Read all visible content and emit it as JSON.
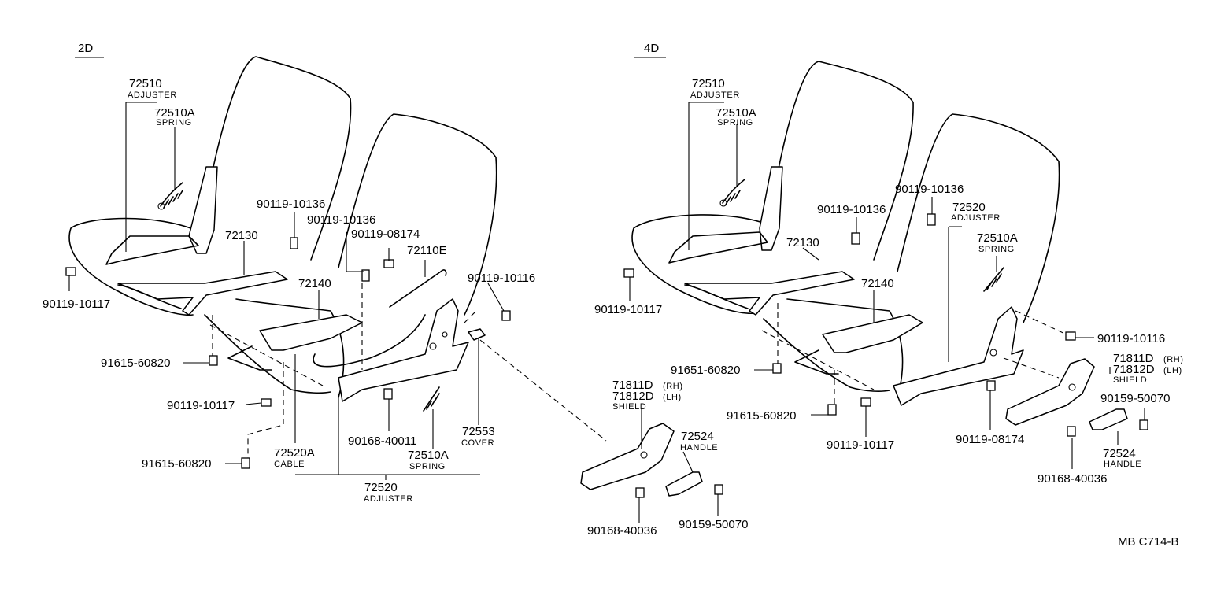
{
  "sections": {
    "left": "2D",
    "right": "4D"
  },
  "drawing_code": "MB C714-B",
  "left_labels": {
    "adjuster_pn": "72510",
    "adjuster_name": "ADJUSTER",
    "spring_pn": "72510A",
    "spring_name": "SPRING",
    "track": "72130",
    "bolt_a": "90119-10136",
    "bolt_b": "90119-10136",
    "bolt_c": "90119-08174",
    "rod": "72110E",
    "bolt_d": "90119-10116",
    "bolt_e": "90119-10117",
    "track2": "72140",
    "nut_a": "91615-60820",
    "bolt_f": "90119-10117",
    "nut_b": "91615-60820",
    "cable_pn": "72520A",
    "cable_name": "CABLE",
    "screw": "90168-40011",
    "spring2_pn": "72510A",
    "spring2_name": "SPRING",
    "cover_pn": "72553",
    "cover_name": "COVER",
    "adjuster2_pn": "72520",
    "adjuster2_name": "ADJUSTER"
  },
  "middle_labels": {
    "shield_rh": "71811D",
    "shield_rh_tag": "(RH)",
    "shield_lh": "71812D",
    "shield_lh_tag": "(LH)",
    "shield_name": "SHIELD",
    "handle_pn": "72524",
    "handle_name": "HANDLE",
    "screw_a": "90168-40036",
    "screw_b": "90159-50070"
  },
  "right_labels": {
    "adjuster_pn": "72510",
    "adjuster_name": "ADJUSTER",
    "spring_pn": "72510A",
    "spring_name": "SPRING",
    "bolt_a": "90119-10136",
    "bolt_b": "90119-10136",
    "adjuster2_pn": "72520",
    "adjuster2_name": "ADJUSTER",
    "spring2_pn": "72510A",
    "spring2_name": "SPRING",
    "track": "72130",
    "track2": "72140",
    "bolt_c": "90119-10117",
    "bolt_d": "90119-10116",
    "nut_a": "91651-60820",
    "nut_b": "91615-60820",
    "bolt_e": "90119-10117",
    "bolt_f": "90119-08174",
    "shield_rh": "71811D",
    "shield_rh_tag": "(RH)",
    "shield_lh": "71812D",
    "shield_lh_tag": "(LH)",
    "shield_name": "SHIELD",
    "screw_b": "90159-50070",
    "handle_pn": "72524",
    "handle_name": "HANDLE",
    "screw_a": "90168-40036"
  }
}
